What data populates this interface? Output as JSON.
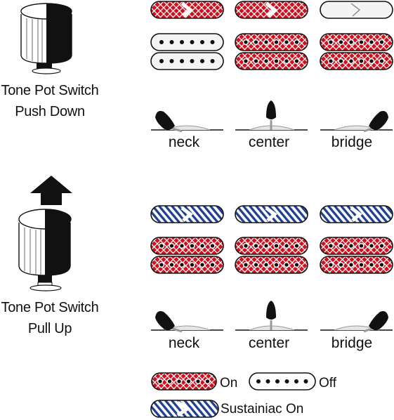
{
  "sections": [
    {
      "caption_line1": "Tone Pot Switch",
      "caption_line2": "Push Down",
      "positions": [
        {
          "label": "neck",
          "single_coil": "on",
          "humbucker": "off"
        },
        {
          "label": "center",
          "single_coil": "on",
          "humbucker": "on"
        },
        {
          "label": "bridge",
          "single_coil": "off",
          "humbucker": "on"
        }
      ]
    },
    {
      "caption_line1": "Tone Pot Switch",
      "caption_line2": "Pull Up",
      "positions": [
        {
          "label": "neck",
          "single_coil": "sustainiac",
          "humbucker": "on"
        },
        {
          "label": "center",
          "single_coil": "sustainiac",
          "humbucker": "on"
        },
        {
          "label": "bridge",
          "single_coil": "sustainiac",
          "humbucker": "on"
        }
      ]
    }
  ],
  "legend": {
    "on_label": "On",
    "off_label": "Off",
    "sustainiac_label": "Sustainiac On"
  },
  "colors": {
    "on": "#d0101e",
    "sustainiac": "#1f3f8f",
    "off": "#ffffff",
    "outline": "#111111"
  }
}
